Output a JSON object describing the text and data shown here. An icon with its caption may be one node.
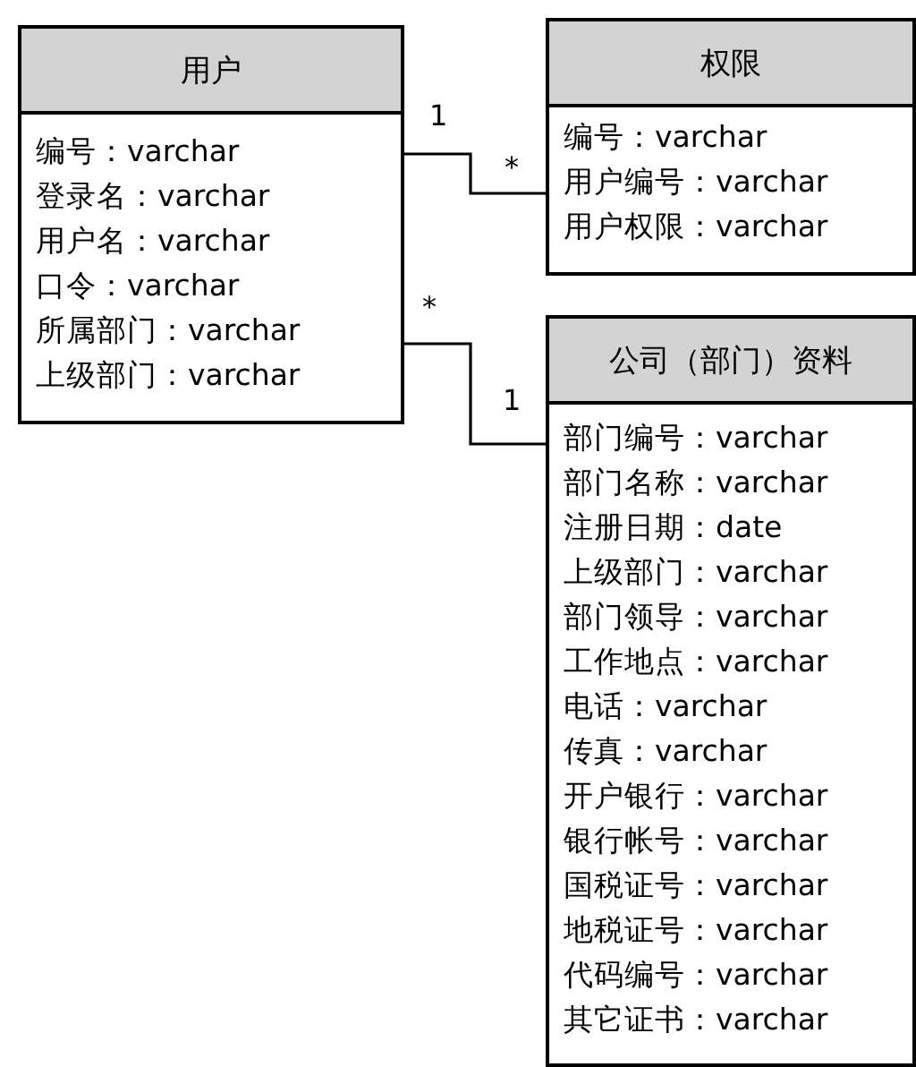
{
  "diagram": {
    "nodes": [
      {
        "text": [
          "用户",
          "编号：varchar",
          "登录名：varchar",
          "用户名：varchar",
          "口令：varchar",
          "所属部门：varchar",
          "上级部门：varchar"
        ]
      },
      {
        "text": [
          "权限",
          "编号：varchar",
          "用户编号：varchar",
          "用户权限：varchar"
        ]
      },
      {
        "text": [
          "公司（部门）资料",
          "部门编号：varchar",
          "部门名称：varchar",
          "注册日期：date",
          "上级部门：varchar",
          "部门领导：varchar",
          "工作地点：varchar",
          "电话：varchar",
          "传真：varchar",
          "开户银行：varchar",
          "银行帐号：varchar",
          "国税证号：varchar",
          "地税证号：varchar",
          "代码编号：varchar",
          "其它证书：varchar"
        ]
      }
    ],
    "edges": [
      {
        "from": 0,
        "to": 1,
        "arrow": "none"
      },
      {
        "from": 0,
        "to": 2,
        "arrow": "none"
      }
    ],
    "labels": [
      "1",
      "*",
      "*",
      "1"
    ]
  }
}
